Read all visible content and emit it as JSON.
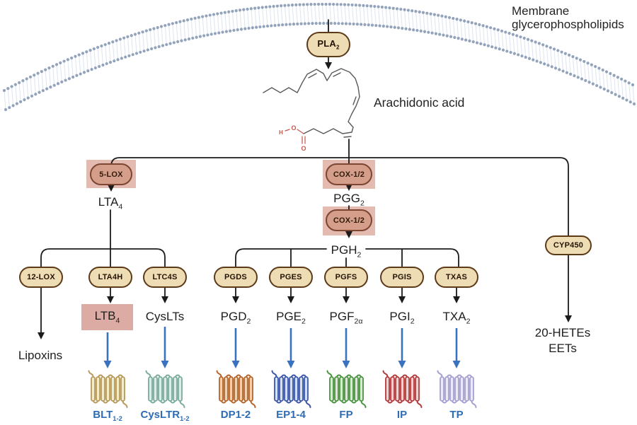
{
  "membrane": {
    "label_line1": "Membrane",
    "label_line2": "glycerophospholipids"
  },
  "molecule": {
    "label": "Arachidonic acid",
    "atom_h": "H",
    "atom_o_top": "O",
    "atom_o_bottom": "O"
  },
  "enzymes": {
    "pla2": {
      "base": "PLA",
      "sub": "2"
    },
    "lox5": "5-LOX",
    "cox_upper": "COX-1/2",
    "cox_lower": "COX-1/2",
    "cyp450": "CYP450"
  },
  "synthases": [
    "12-LOX",
    "LTA4H",
    "LTC4S",
    "PGDS",
    "PGES",
    "PGFS",
    "PGIS",
    "TXAS"
  ],
  "intermediates": {
    "lta4": {
      "base": "LTA",
      "sub": "4"
    },
    "pgg2": {
      "base": "PGG",
      "sub": "2"
    },
    "pgh2": {
      "base": "PGH",
      "sub": "2"
    }
  },
  "products": {
    "lipoxins": "Lipoxins",
    "ltb4": {
      "base": "LTB",
      "sub": "4"
    },
    "cyslts": "CysLTs",
    "pgd2": {
      "base": "PGD",
      "sub": "2"
    },
    "pge2": {
      "base": "PGE",
      "sub": "2"
    },
    "pgf2a": {
      "base": "PGF",
      "sub": "2α"
    },
    "pgi2": {
      "base": "PGI",
      "sub": "2"
    },
    "txa2": {
      "base": "TXA",
      "sub": "2"
    },
    "cyp_products_line1": "20-HETEs",
    "cyp_products_line2": "EETs"
  },
  "receptors": [
    {
      "base": "BLT",
      "sub": "1-2",
      "stroke": "#b79a5b",
      "fill": "#f3ecca"
    },
    {
      "base": "CysLTR",
      "sub": "1-2",
      "stroke": "#7aab9d",
      "fill": "#ddece7"
    },
    {
      "base": "DP1-2",
      "sub": "",
      "stroke": "#b4662d",
      "fill": "#eed2b0"
    },
    {
      "base": "EP1-4",
      "sub": "",
      "stroke": "#3a58a7",
      "fill": "#d6def2"
    },
    {
      "base": "FP",
      "sub": "",
      "stroke": "#4c9243",
      "fill": "#d9e9d4"
    },
    {
      "base": "IP",
      "sub": "",
      "stroke": "#b23b3c",
      "fill": "#f0d2d2"
    },
    {
      "base": "TP",
      "sub": "",
      "stroke": "#a5a0cf",
      "fill": "#ebe9f6"
    }
  ],
  "colors": {
    "line": "#1b1b1b",
    "blue_arrow": "#3b72bf",
    "receptor_label": "#2e6cb5",
    "enzyme_fill": "#eedcb5",
    "enzyme_border": "#5c3a18",
    "cox_fill": "#d59e8a",
    "cox_border": "#7c4631",
    "highlight_box": "#e3bbb1",
    "ltb4_box": "#dcaba3",
    "membrane_dot": "#93a3bb",
    "membrane_tail": "#e0e7f2",
    "molecule_stroke": "#5a5a5a",
    "molecule_red": "#c4574e",
    "text": "#1e1e1e"
  }
}
